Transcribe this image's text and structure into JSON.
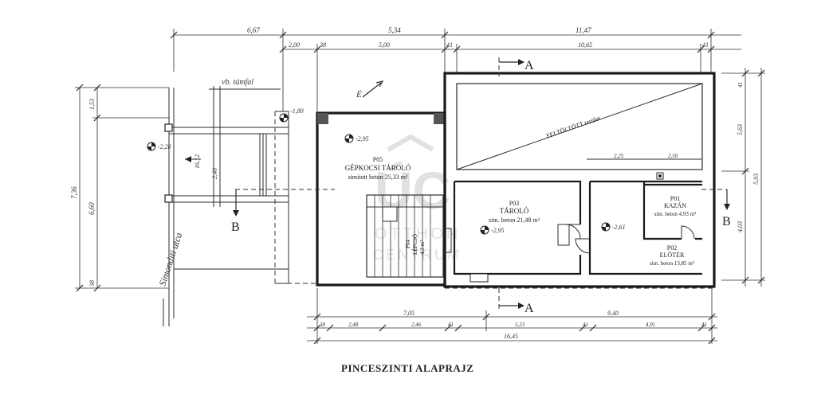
{
  "drawing": {
    "title": "PINCESZINTI ALAPRAJZ",
    "street": "Simonditi utca",
    "north_label": "É",
    "wall_note": "vb. támfal",
    "fill_note": "FELTÖLTÖTT terület",
    "section_a": "A",
    "section_b": "B"
  },
  "rooms": {
    "p05": {
      "code": "P05",
      "name": "GÉPKOCSI TÁROLÓ",
      "area": "simított beton 25,33 m²"
    },
    "p03": {
      "code": "P03",
      "name": "TÁROLÓ",
      "area": "sim. beton 21,48 m²"
    },
    "p01": {
      "code": "P01",
      "name": "KAZÁN",
      "area": "sim. beton 4,93 m²"
    },
    "p02": {
      "code": "P02",
      "name": "ELŐTÉR",
      "area": "sim. beton 13,85 m²"
    },
    "p04": {
      "code": "P04",
      "name": "LÉPCSŐ",
      "area": "4,3 m²"
    }
  },
  "levels": {
    "l1": "-2,95",
    "l2": "-2,95",
    "l3": "-2,61",
    "l4": "-1,80",
    "l5": "-2,20"
  },
  "dims_top": {
    "d1": "6,67",
    "d2": "5,34",
    "d3": "11,47",
    "d4": "2,00",
    "d5": "38",
    "d6": "5,00",
    "d7": "41",
    "d8": "10,65",
    "d9": "41"
  },
  "dims_bottom": {
    "d1": "7,05",
    "d2": "9,40",
    "d3": "38",
    "d4": "2,48",
    "d5": "2,46",
    "d6": "41",
    "d7": "5,33",
    "d8": "41",
    "d9": "4,91",
    "d10": "41",
    "d11": "16,45"
  },
  "dims_left": {
    "d1": "7,36",
    "d2": "6,60",
    "d3": "1,53",
    "d4": "38"
  },
  "dims_right": {
    "d1": "5,63",
    "d2": "4,03",
    "d3": "5,93",
    "d4": "41"
  },
  "watermark": {
    "logo": "ÚC",
    "line1": "OTTHON",
    "line2": "CENTRUM"
  }
}
